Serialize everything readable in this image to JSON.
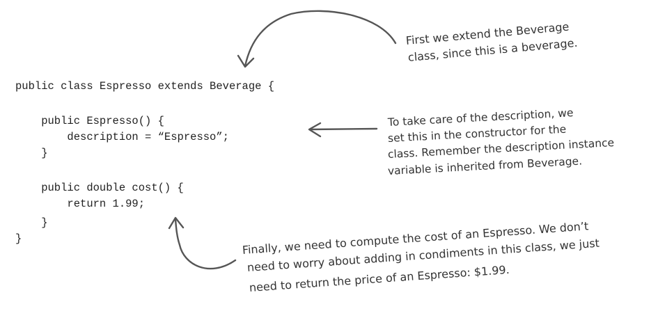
{
  "code": {
    "lines": [
      "public class Espresso extends Beverage {",
      "",
      "    public Espresso() {",
      "        description = “Espresso”;",
      "    }",
      "",
      "    public double cost() {",
      "        return 1.99;",
      "    }",
      "}"
    ]
  },
  "annotations": {
    "extends_note": [
      "First we extend the Beverage",
      "class, since this is a beverage."
    ],
    "description_note": [
      "To take care of the description, we",
      "set this in the constructor for the",
      "class.  Remember the description instance",
      "variable is inherited from Beverage."
    ],
    "cost_note": [
      "Finally, we need to compute the cost of an Espresso.  We don’t",
      "need to worry about adding in condiments in this class, we just",
      "need to return the price of an Espresso: $1.99."
    ]
  }
}
